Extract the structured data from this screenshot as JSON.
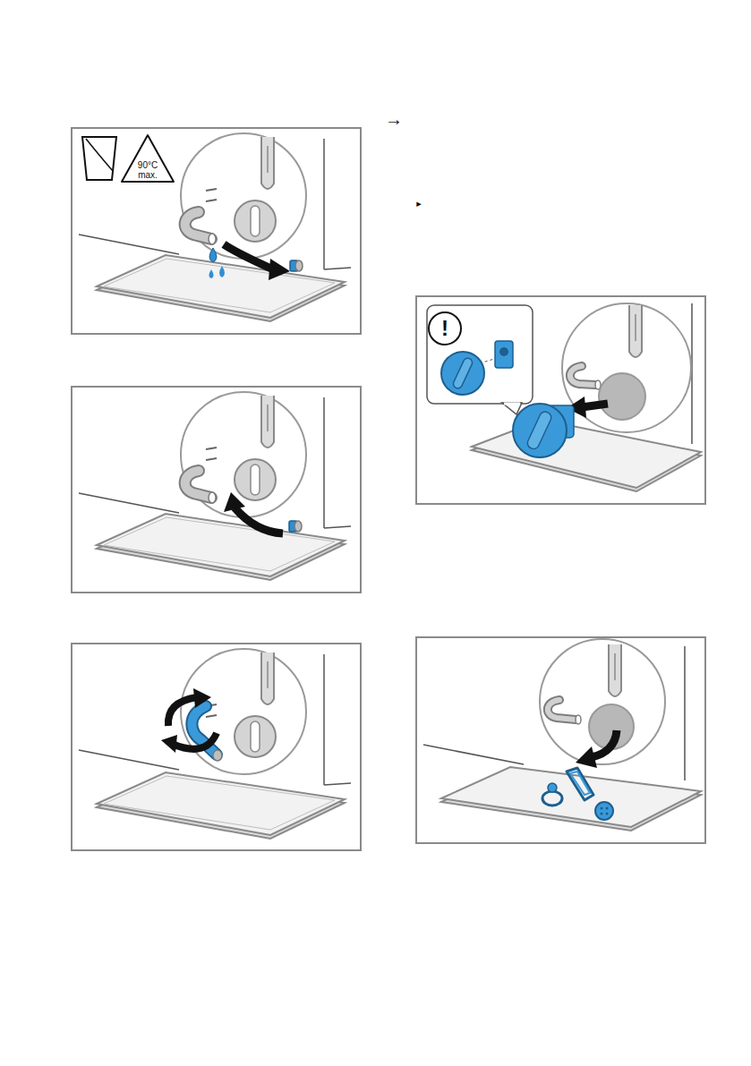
{
  "diagram": {
    "labels": [
      "→",
      "▸",
      "90°C max.",
      "!"
    ]
  }
}
